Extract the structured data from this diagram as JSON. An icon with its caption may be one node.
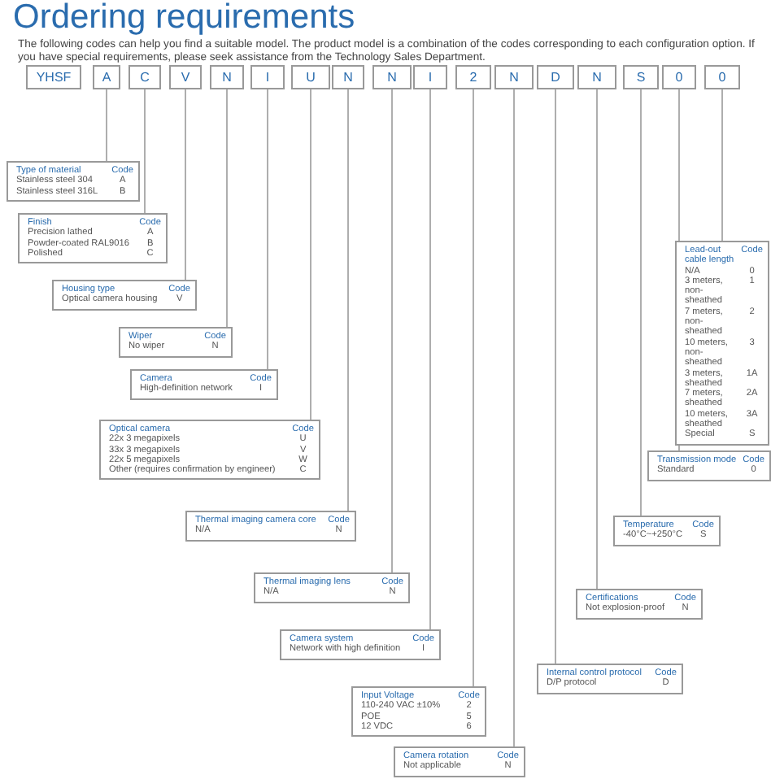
{
  "diagram": {
    "title": "Ordering requirements",
    "nodes": [
      {
        "text": [
          "YHSF"
        ]
      },
      {
        "text": [
          "A"
        ]
      },
      {
        "text": [
          "C"
        ]
      },
      {
        "text": [
          "V"
        ]
      },
      {
        "text": [
          "N"
        ]
      },
      {
        "text": [
          "I"
        ]
      },
      {
        "text": [
          "U"
        ]
      },
      {
        "text": [
          "N"
        ]
      },
      {
        "text": [
          "N"
        ]
      },
      {
        "text": [
          "I"
        ]
      },
      {
        "text": [
          "2"
        ]
      },
      {
        "text": [
          "N"
        ]
      },
      {
        "text": [
          "D"
        ]
      },
      {
        "text": [
          "N"
        ]
      },
      {
        "text": [
          "S"
        ]
      },
      {
        "text": [
          "0"
        ]
      },
      {
        "text": [
          "0"
        ]
      },
      {
        "text": [
          "Type of material",
          "Code",
          "Stainless steel 304",
          "A",
          "Stainless steel 316L",
          "B"
        ]
      },
      {
        "text": [
          "Finish",
          "Code",
          "Precision lathed",
          "A",
          "Powder-coated RAL9016",
          "B",
          "Polished",
          "C"
        ]
      },
      {
        "text": [
          "Housing type",
          "Code",
          "Optical camera housing",
          "V"
        ]
      },
      {
        "text": [
          "Wiper",
          "Code",
          "No wiper",
          "N"
        ]
      },
      {
        "text": [
          "Camera",
          "Code",
          "High-definition network",
          "I"
        ]
      },
      {
        "text": [
          "Optical camera",
          "Code",
          "22x 3 megapixels",
          "U",
          "33x 3 megapixels",
          "V",
          "22x 5 megapixels",
          "W",
          "Other (requires confirmation by engineer)",
          "C"
        ]
      },
      {
        "text": [
          "Thermal imaging camera core",
          "Code",
          "N/A",
          "N"
        ]
      },
      {
        "text": [
          "Thermal imaging lens",
          "Code",
          "N/A",
          "N"
        ]
      },
      {
        "text": [
          "Camera system",
          "Code",
          "Network with high definition",
          "I"
        ]
      },
      {
        "text": [
          "Input Voltage",
          "Code",
          "110-240 VAC ±10%",
          "2",
          "POE",
          "5",
          "12 VDC",
          "6"
        ]
      },
      {
        "text": [
          "Camera rotation",
          "Code",
          "Not applicable",
          "N"
        ]
      },
      {
        "text": [
          "Internal control protocol",
          "Code",
          "D/P protocol",
          "D"
        ]
      },
      {
        "text": [
          "Certifications",
          "Code",
          "Not explosion-proof",
          "N"
        ]
      },
      {
        "text": [
          "Temperature",
          "Code",
          "-40°C~+250°C",
          "S"
        ]
      },
      {
        "text": [
          "Transmission mode",
          "Code",
          "Standard",
          "0"
        ]
      },
      {
        "text": [
          "Lead-out cable length",
          "Code",
          "N/A",
          "0",
          "3 meters, non-sheathed",
          "1",
          "7 meters, non-sheathed",
          "2",
          "10 meters, non-sheathed",
          "3",
          "3 meters, sheathed",
          "1A",
          "7 meters, sheathed",
          "2A",
          "10 meters, sheathed",
          "3A",
          "Special",
          "S"
        ]
      }
    ],
    "edges": [
      {
        "from": 1,
        "to": 17,
        "arrow": "none"
      },
      {
        "from": 2,
        "to": 18,
        "arrow": "none"
      },
      {
        "from": 3,
        "to": 19,
        "arrow": "none"
      },
      {
        "from": 4,
        "to": 20,
        "arrow": "none"
      },
      {
        "from": 5,
        "to": 21,
        "arrow": "none"
      },
      {
        "from": 6,
        "to": 22,
        "arrow": "none"
      },
      {
        "from": 7,
        "to": 23,
        "arrow": "none"
      },
      {
        "from": 8,
        "to": 24,
        "arrow": "none"
      },
      {
        "from": 9,
        "to": 25,
        "arrow": "none"
      },
      {
        "from": 10,
        "to": 26,
        "arrow": "none"
      },
      {
        "from": 11,
        "to": 27,
        "arrow": "none"
      },
      {
        "from": 12,
        "to": 28,
        "arrow": "none"
      },
      {
        "from": 13,
        "to": 29,
        "arrow": "none"
      },
      {
        "from": 14,
        "to": 30,
        "arrow": "none"
      },
      {
        "from": 15,
        "to": 31,
        "arrow": "none"
      },
      {
        "from": 16,
        "to": 32,
        "arrow": "none"
      }
    ],
    "labels": [
      "The following codes can help you find a suitable model. The product model is a combination of the codes corresponding to each configuration option. If you have special requirements, please seek assistance from the Technology Sales Department."
    ]
  }
}
